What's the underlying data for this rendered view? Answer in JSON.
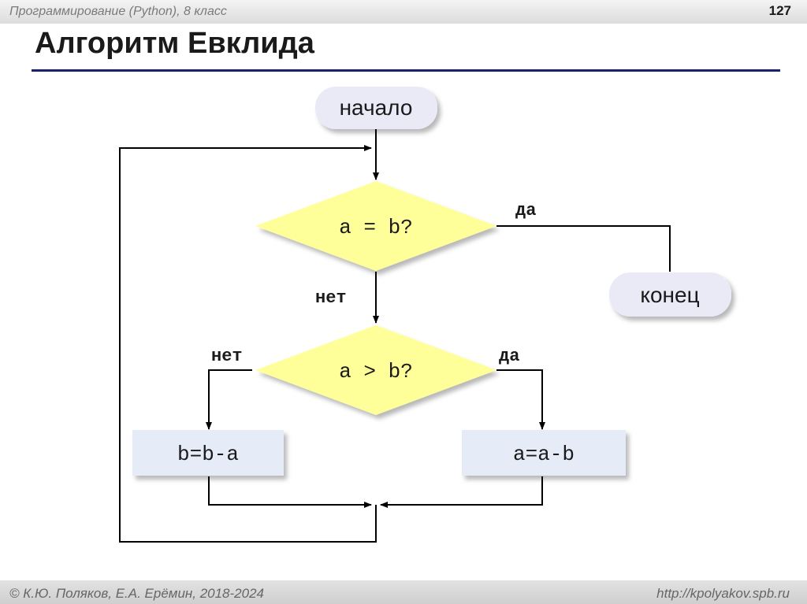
{
  "header": {
    "course": "Программирование (Python), 8 класс",
    "page_number": "127"
  },
  "slide": {
    "title": "Алгоритм Евклида"
  },
  "flowchart": {
    "start": "начало",
    "end": "конец",
    "condition_equal": "a = b?",
    "condition_greater": "a > b?",
    "action_b": "b=b-a",
    "action_a": "a=a-b",
    "label_yes": "да",
    "label_no": "нет"
  },
  "footer": {
    "authors": "© К.Ю. Поляков, Е.А. Ерёмин, 2018-2024",
    "url": "http://kpolyakov.spb.ru"
  },
  "colors": {
    "decision_fill": "#ffff99",
    "process_fill": "#e6ebf8",
    "terminal_fill": "#eaeaf7",
    "title_rule": "#1b1f6e"
  }
}
